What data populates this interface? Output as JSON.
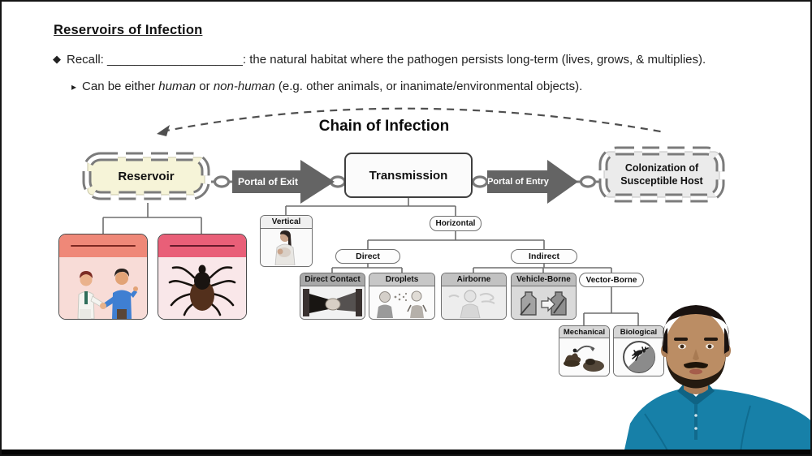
{
  "header": {
    "title": "Reservoirs of Infection",
    "bullet_diamond": "◆",
    "bullet_triangle": "▸",
    "recall_prefix": "Recall: ",
    "recall_blank": "____________________",
    "recall_suffix": ": the natural habitat where the pathogen persists long-term (lives, grows, & multiplies).",
    "sub_pre": "Can be either ",
    "sub_word1": "human",
    "sub_mid": " or ",
    "sub_word2": "non-human",
    "sub_post": " (e.g. other animals, or inanimate/environmental objects)."
  },
  "diagram": {
    "title": "Chain of Infection",
    "reservoir": "Reservoir",
    "portal_of_exit": "Portal of Exit",
    "transmission": "Transmission",
    "portal_of_entry": "Portal of Entry",
    "colonization_line1": "Colonization of",
    "colonization_line2": "Susceptible Host",
    "vertical": "Vertical",
    "horizontal": "Horizontal",
    "direct": "Direct",
    "indirect": "Indirect",
    "direct_contact": "Direct Contact",
    "droplets": "Droplets",
    "airborne": "Airborne",
    "vehicle_borne": "Vehicle-Borne",
    "vector_borne": "Vector-Borne",
    "mechanical": "Mechanical",
    "biological": "Biological"
  },
  "icons": {
    "reservoir_human_card": "doctor-patient-handshake-illustration",
    "reservoir_nonhuman_card": "tick-illustration",
    "vertical": "mother-nursing-baby-icon",
    "direct_contact": "handshake-icon",
    "droplets": "sneeze-droplets-icon",
    "airborne": "airborne-cough-icon",
    "vehicle_borne": "contaminated-vehicle-icon",
    "mechanical": "fly-waste-to-food-icon",
    "biological": "mosquito-icon",
    "overlay": "instructor-webcam"
  },
  "colors": {
    "reservoir_fill": "#f6f4d8",
    "colonization_fill": "#ebebeb",
    "chain_gray": "#7b7b7b",
    "arrow_gray": "#646464",
    "card_human_header": "#ef8878",
    "card_human_body": "#f8dcd7",
    "card_nonhuman_header": "#e95f78",
    "card_nonhuman_body": "#f9e7e9",
    "instructor_shirt": "#1780a8",
    "frame_border": "#141414"
  }
}
